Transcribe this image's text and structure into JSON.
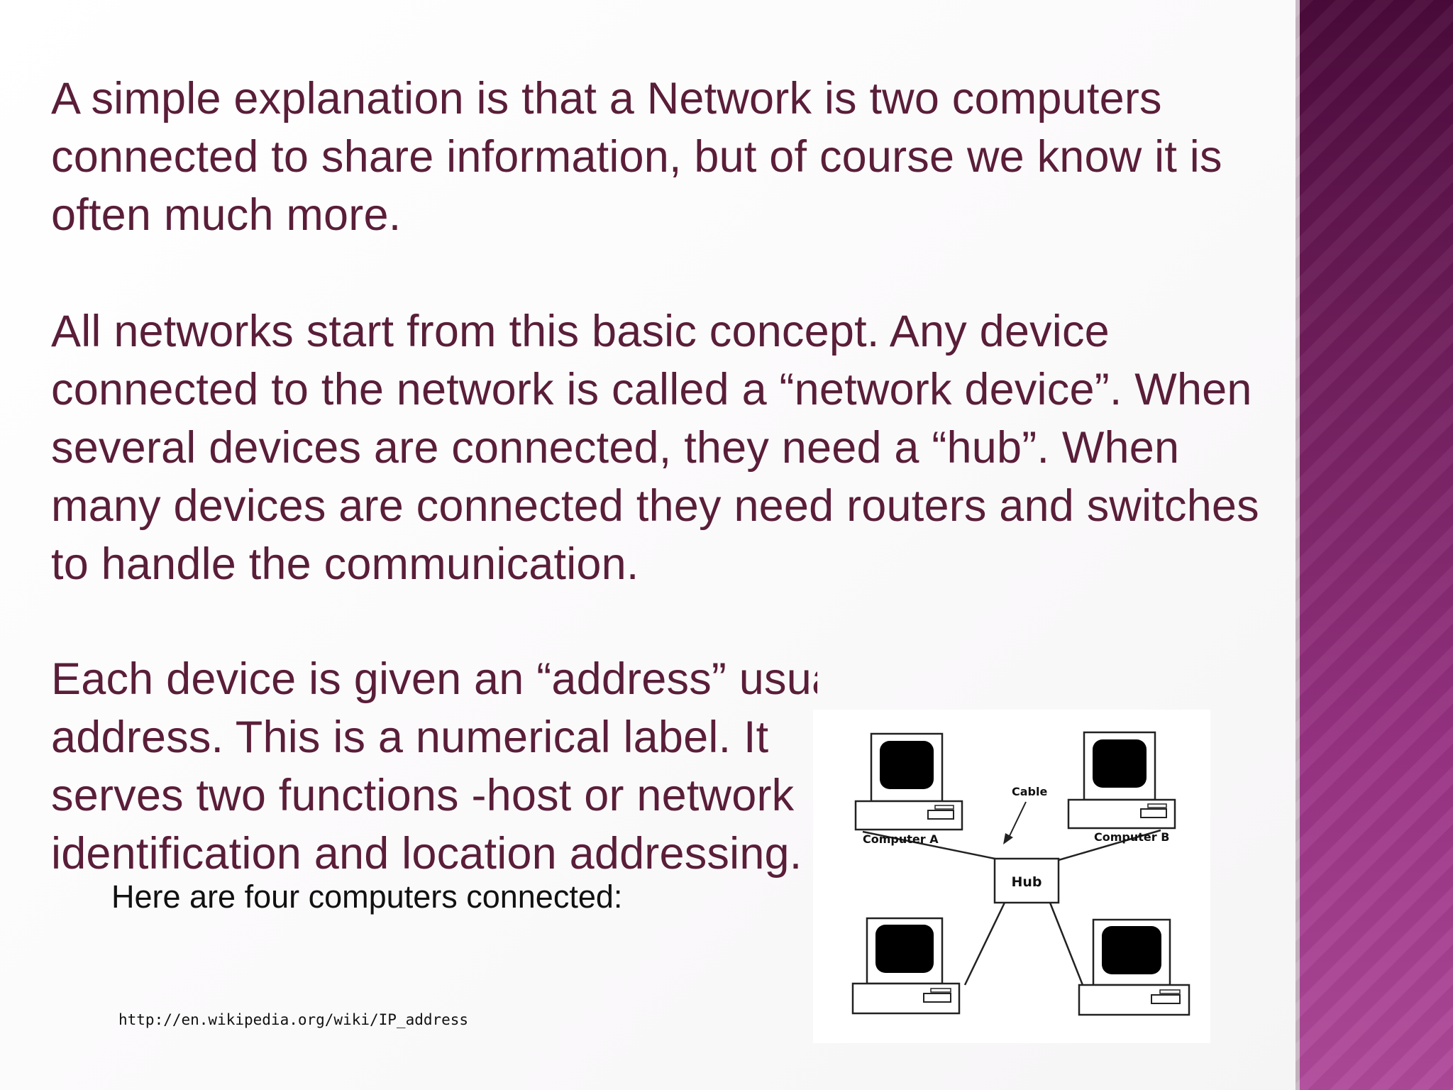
{
  "slide": {
    "paragraphs": [
      "A simple explanation is that a Network is two computers connected to share information, but of course we know it is often much more.",
      "All networks start from this basic concept.  Any device connected to the network is called a “network device”. When several devices are connected, they need a “hub”. When many devices are connected they need routers and switches to handle the communication."
    ],
    "paragraph3_lines": [
      "Each device is given an “address” usually called an “IP”",
      "address.  This is a numerical label.  It",
      "serves two functions -host or network",
      "identification and location addressing."
    ],
    "caption": "Here are four computers connected:",
    "source_url": "http://en.wikipedia.org/wiki/IP_address"
  },
  "diagram": {
    "labels": {
      "computer_a": "Computer A",
      "computer_b": "Computer B",
      "cable": "Cable",
      "hub": "Hub"
    }
  },
  "colors": {
    "text": "#5a1e39",
    "accent_bar_top": "#4a0a3a",
    "accent_bar_bottom": "#b04a9a"
  }
}
